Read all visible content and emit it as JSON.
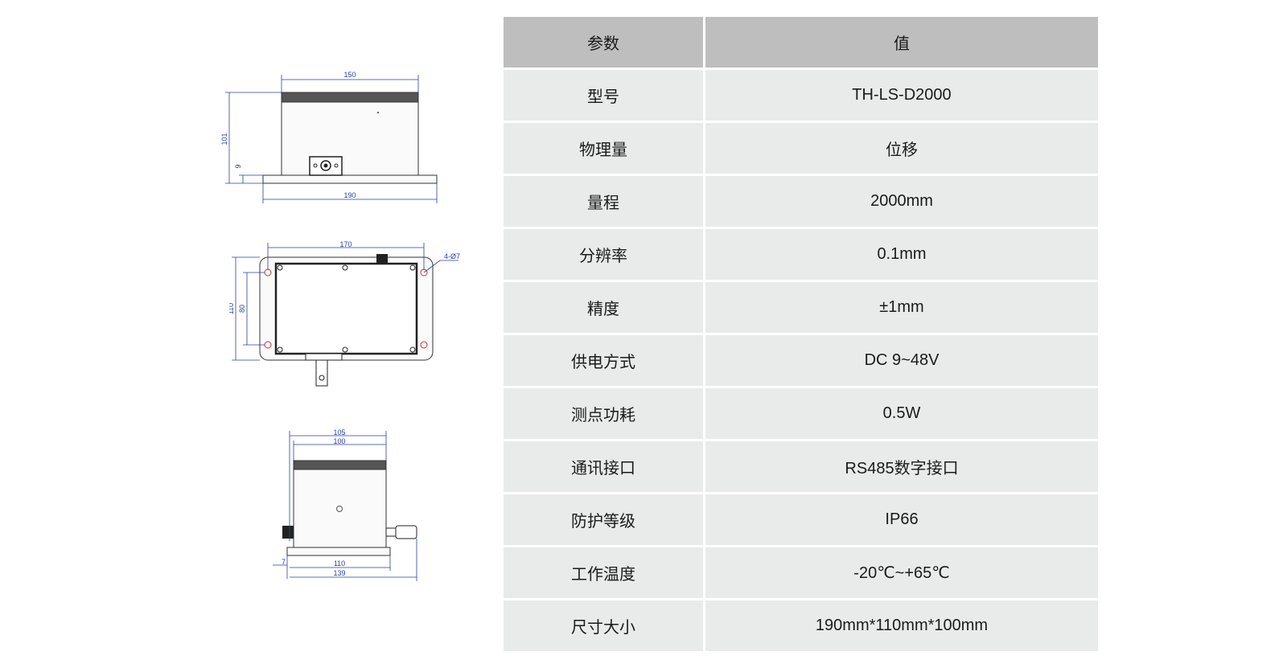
{
  "drawings": {
    "front": {
      "width_label": "150",
      "height_label": "101",
      "base_height_label": "9",
      "base_width_label": "190"
    },
    "top": {
      "width_label": "170",
      "hole_label": "4-Ø7",
      "outer_height_label": "110",
      "inner_height_label": "80"
    },
    "side": {
      "top_width_label": "105",
      "inner_width_label": "100",
      "base_height_label": "7",
      "base_width_label": "110",
      "overall_width_label": "139"
    }
  },
  "table": {
    "header": {
      "param": "参数",
      "value": "值"
    },
    "rows": [
      {
        "param": "型号",
        "value": "TH-LS-D2000"
      },
      {
        "param": "物理量",
        "value": "位移"
      },
      {
        "param": "量程",
        "value": "2000mm"
      },
      {
        "param": "分辨率",
        "value": "0.1mm"
      },
      {
        "param": "精度",
        "value": "±1mm"
      },
      {
        "param": "供电方式",
        "value": "DC 9~48V"
      },
      {
        "param": "测点功耗",
        "value": "0.5W"
      },
      {
        "param": "通讯接口",
        "value": "RS485数字接口"
      },
      {
        "param": "防护等级",
        "value": "IP66"
      },
      {
        "param": "工作温度",
        "value": "-20℃~+65℃"
      },
      {
        "param": "尺寸大小",
        "value": "190mm*110mm*100mm"
      }
    ]
  },
  "colors": {
    "header_bg": "#bdbebd",
    "cell_bg": "#e9ebea",
    "dimension_line": "#2a3ea8"
  }
}
